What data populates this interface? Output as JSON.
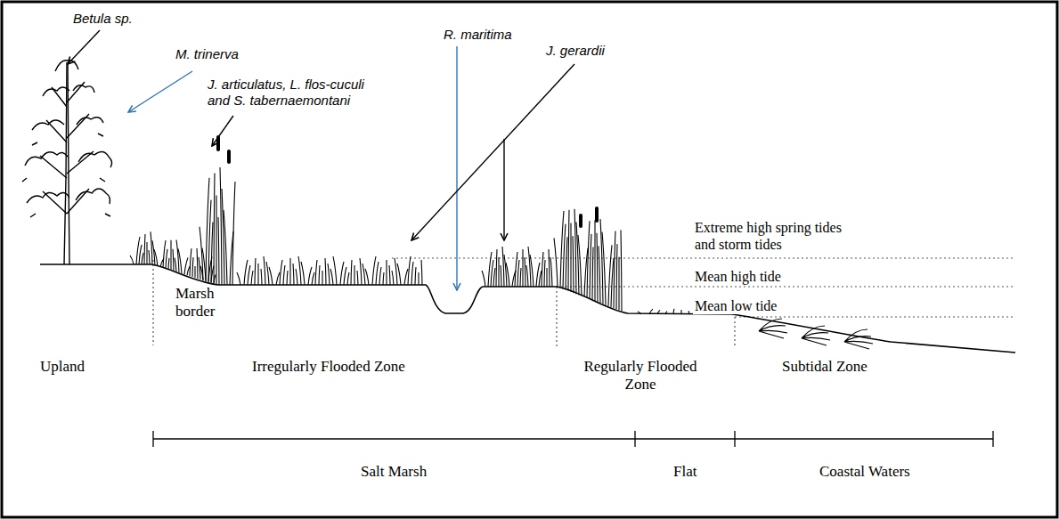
{
  "diagram": {
    "labels": [
      "Betula sp.",
      "R. maritima",
      "M. trinerva",
      "J. gerardii",
      "J. articulatus, L. flos-cuculi and S. tabernaemontani",
      "Extreme high spring tides and storm tides",
      "Mean high tide",
      "Mean low tide",
      "Marsh border",
      "Upland",
      "Irregularly Flooded Zone",
      "Regularly Flooded Zone",
      "Subtidal Zone",
      "Salt Marsh",
      "Flat",
      "Coastal Waters"
    ]
  }
}
